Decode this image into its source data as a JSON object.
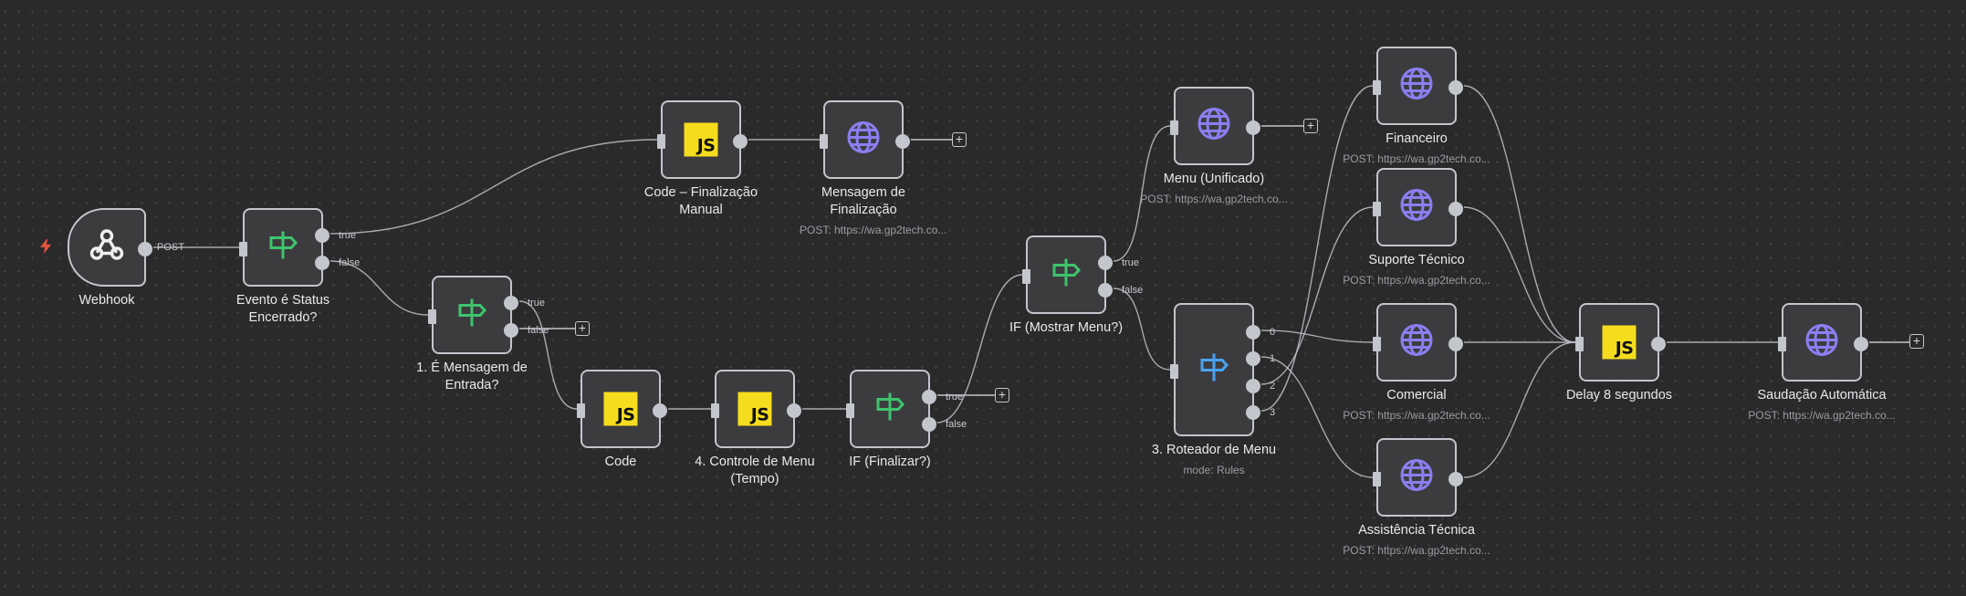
{
  "canvas": {
    "background": "#2a2a2b",
    "trigger_icon": "lightning-bolt-icon"
  },
  "colors": {
    "if_icon": "#3ec46d",
    "switch_icon": "#4aa3f0",
    "http_icon": "#8b7ef0",
    "js_badge": "#f5dd1e",
    "trigger_bolt": "#e5533d"
  },
  "nodes": {
    "webhook": {
      "title": "Webhook",
      "icon": "webhook-icon",
      "output_label": "POST"
    },
    "evento_status": {
      "title": "Evento é Status Encerrado?",
      "icon": "signpost-icon",
      "outputs": [
        "true",
        "false"
      ]
    },
    "mensagem_entrada": {
      "title": "1. É Mensagem de Entrada?",
      "icon": "signpost-icon",
      "outputs": [
        "true",
        "false"
      ]
    },
    "code_finalizacao": {
      "title": "Code – Finalização Manual",
      "icon": "js-icon",
      "icon_text": "JS"
    },
    "mensagem_finalizacao": {
      "title": "Mensagem de Finalização",
      "subtitle": "POST: https://wa.gp2tech.co...",
      "icon": "globe-icon"
    },
    "code": {
      "title": "Code",
      "icon": "js-icon",
      "icon_text": "JS"
    },
    "controle_menu": {
      "title": "4. Controle de Menu (Tempo)",
      "icon": "js-icon",
      "icon_text": "JS"
    },
    "if_finalizar": {
      "title": "IF (Finalizar?)",
      "icon": "signpost-icon",
      "outputs": [
        "true",
        "false"
      ]
    },
    "if_mostrar_menu": {
      "title": "IF (Mostrar Menu?)",
      "icon": "signpost-icon",
      "outputs": [
        "true",
        "false"
      ]
    },
    "menu_unificado": {
      "title": "Menu (Unificado)",
      "subtitle": "POST: https://wa.gp2tech.co...",
      "icon": "globe-icon"
    },
    "roteador_menu": {
      "title": "3. Roteador de Menu",
      "subtitle": "mode: Rules",
      "icon": "signpost-icon",
      "outputs": [
        "0",
        "1",
        "2",
        "3"
      ]
    },
    "financeiro": {
      "title": "Financeiro",
      "subtitle": "POST: https://wa.gp2tech.co...",
      "icon": "globe-icon"
    },
    "suporte_tecnico": {
      "title": "Suporte Técnico",
      "subtitle": "POST: https://wa.gp2tech.co...",
      "icon": "globe-icon"
    },
    "comercial": {
      "title": "Comercial",
      "subtitle": "POST: https://wa.gp2tech.co...",
      "icon": "globe-icon"
    },
    "assistencia_tecnica": {
      "title": "Assistência Técnica",
      "subtitle": "POST: https://wa.gp2tech.co...",
      "icon": "globe-icon"
    },
    "delay": {
      "title": "Delay 8 segundos",
      "icon": "js-icon",
      "icon_text": "JS"
    },
    "saudacao": {
      "title": "Saudação Automática",
      "subtitle": "POST: https://wa.gp2tech.co...",
      "icon": "globe-icon"
    }
  },
  "connections": [
    {
      "from": "webhook",
      "output": "POST",
      "to": "evento_status"
    },
    {
      "from": "evento_status",
      "output": "true",
      "to": "code_finalizacao"
    },
    {
      "from": "evento_status",
      "output": "false",
      "to": "mensagem_entrada"
    },
    {
      "from": "mensagem_entrada",
      "output": "true",
      "to": "code"
    },
    {
      "from": "mensagem_entrada",
      "output": "false",
      "to": "add-node"
    },
    {
      "from": "code_finalizacao",
      "output": "main",
      "to": "mensagem_finalizacao"
    },
    {
      "from": "mensagem_finalizacao",
      "output": "main",
      "to": "add-node"
    },
    {
      "from": "code",
      "output": "main",
      "to": "controle_menu"
    },
    {
      "from": "controle_menu",
      "output": "main",
      "to": "if_finalizar"
    },
    {
      "from": "if_finalizar",
      "output": "true",
      "to": "add-node"
    },
    {
      "from": "if_finalizar",
      "output": "false",
      "to": "if_mostrar_menu"
    },
    {
      "from": "if_mostrar_menu",
      "output": "true",
      "to": "menu_unificado"
    },
    {
      "from": "if_mostrar_menu",
      "output": "false",
      "to": "roteador_menu"
    },
    {
      "from": "menu_unificado",
      "output": "main",
      "to": "add-node"
    },
    {
      "from": "roteador_menu",
      "output": "0",
      "to": "comercial"
    },
    {
      "from": "roteador_menu",
      "output": "1",
      "to": "assistencia_tecnica"
    },
    {
      "from": "roteador_menu",
      "output": "2",
      "to": "suporte_tecnico"
    },
    {
      "from": "roteador_menu",
      "output": "3",
      "to": "financeiro"
    },
    {
      "from": "financeiro",
      "output": "main",
      "to": "delay"
    },
    {
      "from": "suporte_tecnico",
      "output": "main",
      "to": "delay"
    },
    {
      "from": "comercial",
      "output": "main",
      "to": "delay"
    },
    {
      "from": "assistencia_tecnica",
      "output": "main",
      "to": "delay"
    },
    {
      "from": "delay",
      "output": "main",
      "to": "saudacao"
    },
    {
      "from": "saudacao",
      "output": "main",
      "to": "add-node"
    }
  ],
  "add_button": {
    "label": "+",
    "icon": "plus-icon"
  }
}
